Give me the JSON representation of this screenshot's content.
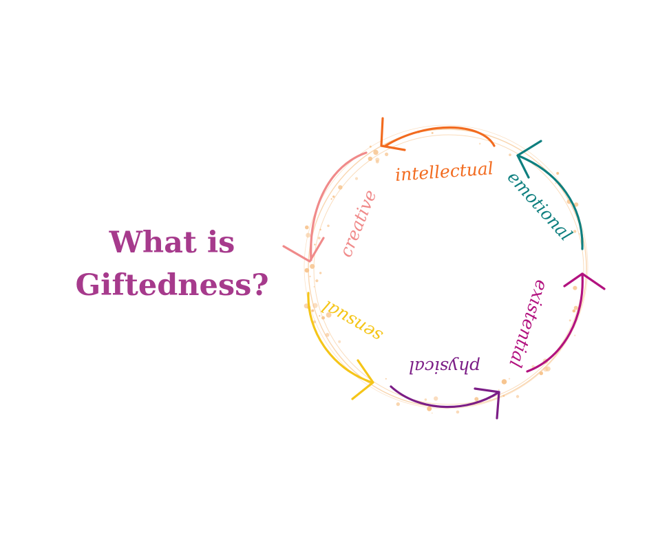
{
  "title": {
    "line1": "What is",
    "line2": "Giftedness?",
    "color": "#a63a8c"
  },
  "cycle": {
    "ring_color": "#f7c48e",
    "segments": [
      {
        "label": "intellectual",
        "color": "#f26b1f"
      },
      {
        "label": "emotional",
        "color": "#0e7f7f"
      },
      {
        "label": "existential",
        "color": "#b2127f"
      },
      {
        "label": "physical",
        "color": "#7b1d86"
      },
      {
        "label": "sensual",
        "color": "#f5c518"
      },
      {
        "label": "creative",
        "color": "#f08a8a"
      }
    ]
  }
}
